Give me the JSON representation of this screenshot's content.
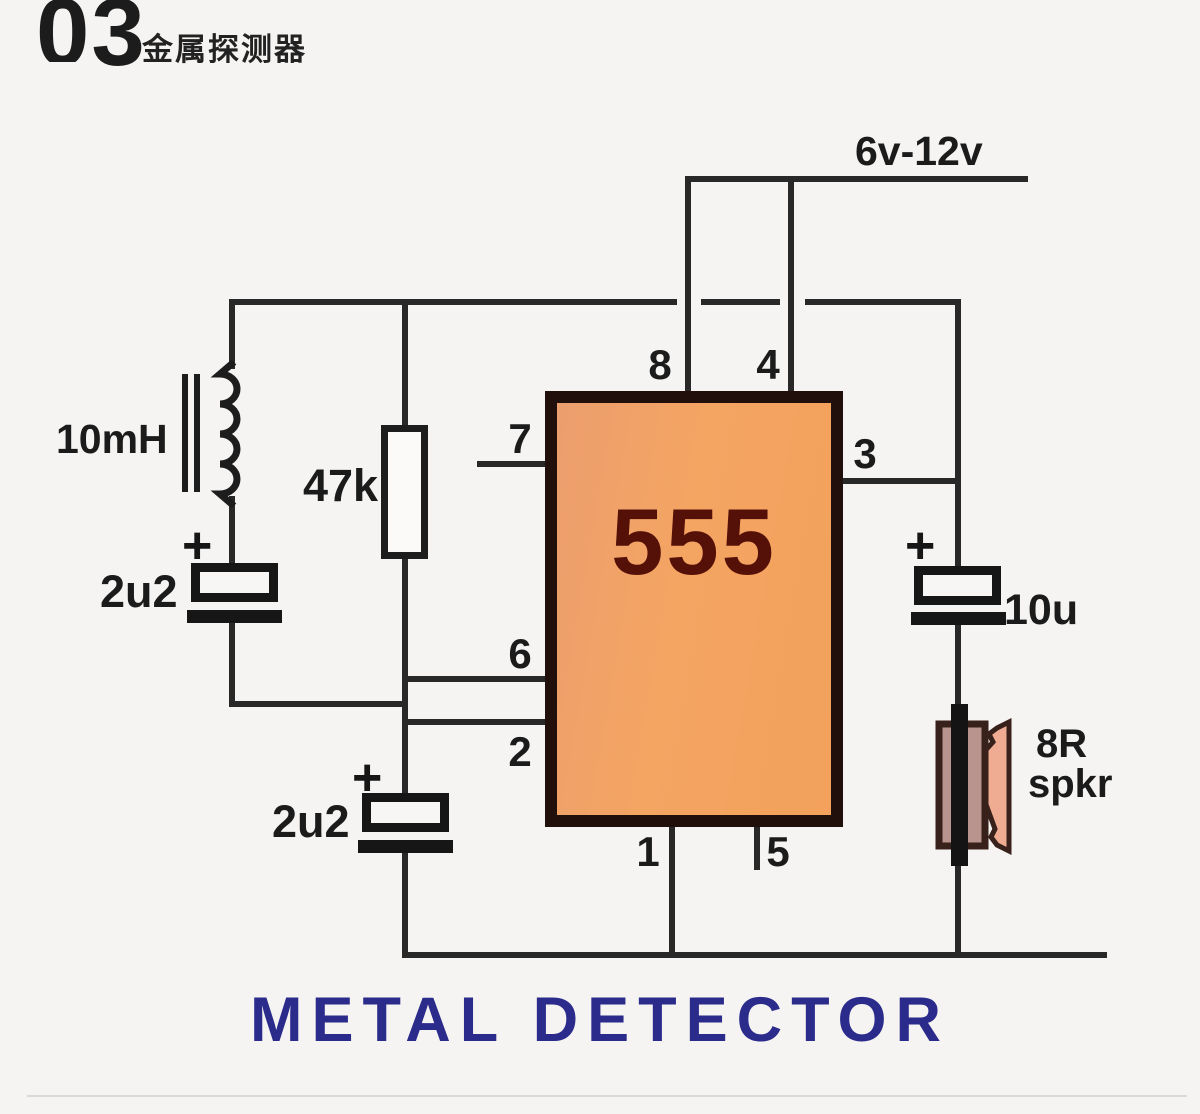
{
  "header": {
    "number": "03",
    "title": "金属探测器"
  },
  "diagram": {
    "supply_label": "6v-12v",
    "ic": {
      "label": "555",
      "pins": {
        "p8": "8",
        "p4": "4",
        "p7": "7",
        "p3": "3",
        "p6": "6",
        "p2": "2",
        "p1": "1",
        "p5": "5"
      }
    },
    "components": {
      "inductor": "10mH",
      "resistor": "47k",
      "cap1": "2u2",
      "cap1_polarity": "+",
      "cap2": "2u2",
      "cap2_polarity": "+",
      "cap3": "10u",
      "cap3_polarity": "+",
      "speaker_impedance": "8R",
      "speaker_label": "spkr"
    },
    "caption": "METAL DETECTOR"
  },
  "colors": {
    "ic_fill": "#f3a462",
    "ic_border": "#200f0a",
    "ic_text": "#551008",
    "wire": "#282828",
    "caption_text": "#2b2b8c",
    "speaker_body": "#b9948e",
    "speaker_cone": "#efac92",
    "background": "#f6f4f2"
  }
}
